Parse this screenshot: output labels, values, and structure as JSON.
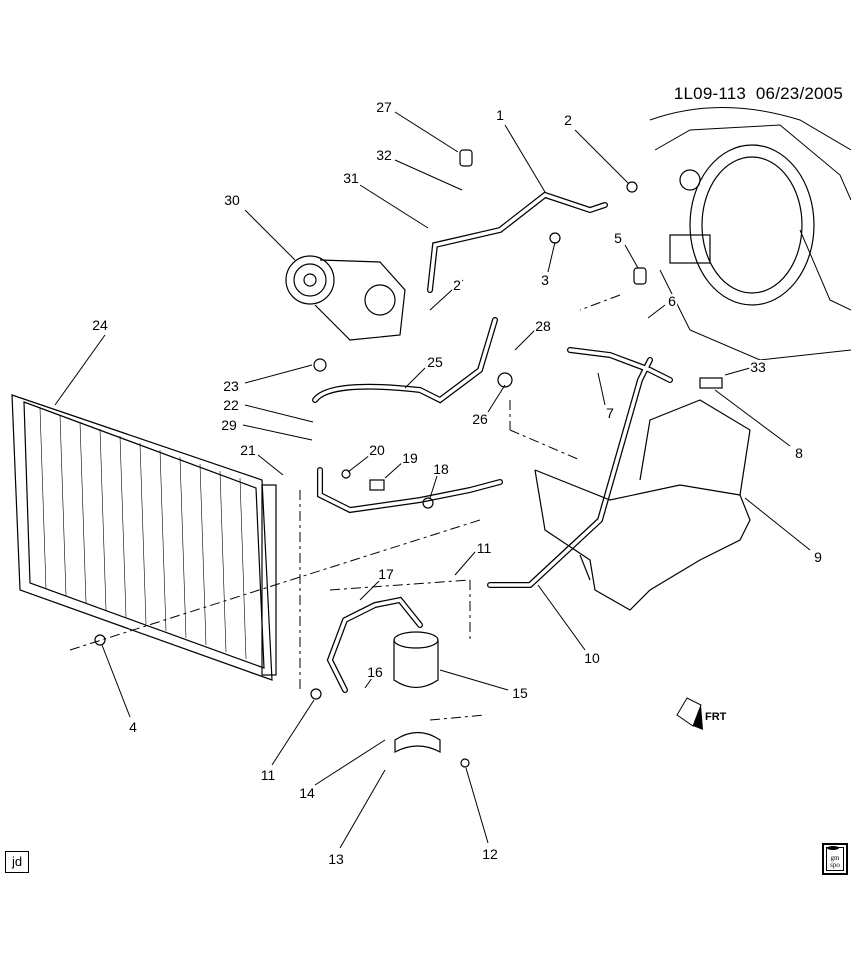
{
  "header": {
    "diagram_id": "1L09-113",
    "date": "06/23/2005"
  },
  "callouts": {
    "c27": "27",
    "c1": "1",
    "c2a": "2",
    "c32": "32",
    "c31": "31",
    "c30": "30",
    "c3": "3",
    "c5": "5",
    "c2b": "2",
    "c6": "6",
    "c28": "28",
    "c24": "24",
    "c25": "25",
    "c33": "33",
    "c23": "23",
    "c7": "7",
    "c26": "26",
    "c22": "22",
    "c8": "8",
    "c29": "29",
    "c21": "21",
    "c20": "20",
    "c19": "19",
    "c18": "18",
    "c9": "9",
    "c11a": "11",
    "c17": "17",
    "c10": "10",
    "c16": "16",
    "c15": "15",
    "c4": "4",
    "c11b": "11",
    "c14": "14",
    "c13": "13",
    "c12": "12"
  },
  "footer": {
    "illustrator_initials": "jd",
    "logo_text": "gm spo",
    "direction_label": "FRT"
  }
}
